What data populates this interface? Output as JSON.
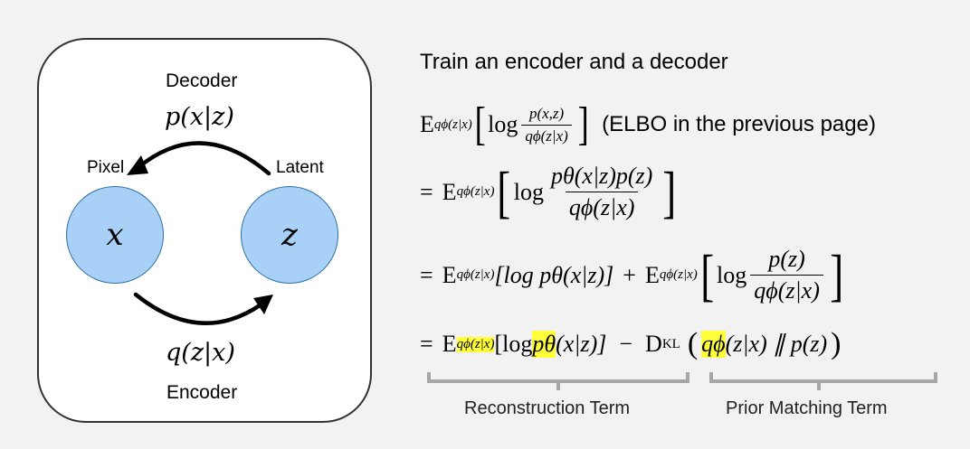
{
  "diagram": {
    "decoder_label": "Decoder",
    "decoder_formula": "p(x|z)",
    "encoder_label": "Encoder",
    "encoder_formula": "q(z|x)",
    "pixel_label": "Pixel",
    "latent_label": "Latent",
    "x_node": "x",
    "z_node": "z"
  },
  "equations": {
    "title": "Train an encoder and a decoder",
    "elbo_note": "(ELBO in the previous page)",
    "line1": {
      "E": "E",
      "sub": "qϕ(z|x)",
      "log": "log",
      "num": "p(x,z)",
      "den": "qϕ(z|x)"
    },
    "line2": {
      "eq": "=",
      "E": "E",
      "sub": "qϕ(z|x)",
      "log": "log",
      "num": "pθ(x|z)p(z)",
      "den": "qϕ(z|x)"
    },
    "line3": {
      "eq": "=",
      "E": "E",
      "sub": "qϕ(z|x)",
      "term1": "[log pθ(x|z)]",
      "plus": "+",
      "E2": "E",
      "sub2": "qϕ(z|x)",
      "log": "log",
      "num": "p(z)",
      "den": "qϕ(z|x)"
    },
    "line4": {
      "eq": "=",
      "E": "E",
      "sub": "qϕ(z|x)",
      "term1_open": "[log ",
      "term1_p": "pθ",
      "term1_rest": "(x|z)]",
      "minus": "−",
      "dkl": "D",
      "dkl_sub": "KL",
      "q": "qϕ",
      "rest": "(z|x) ∥ p(z)"
    }
  },
  "terms": {
    "reconstruction": "Reconstruction Term",
    "prior": "Prior Matching Term"
  },
  "colors": {
    "circle_fill": "#a9d1f7",
    "highlight": "#ffff3a",
    "brace": "#a6a6a6"
  }
}
